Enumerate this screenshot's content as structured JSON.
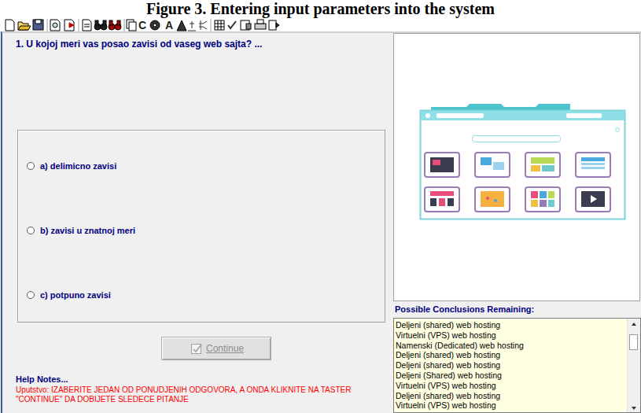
{
  "diagram": {
    "title": "Figure 3. Entering input parameters into the system",
    "nodes": [
      {
        "text": [
          "a) delimicno zavisi",
          "b) zavisi u znatnoj meri",
          "c) potpuno zavisi"
        ]
      },
      {
        "text": [
          "Continue"
        ]
      },
      {
        "text": [
          "Deljeni (shared) web hosting",
          "Virtuelni (VPS) web hosting",
          "Namenski (Dedicated) web hosting",
          "Deljeni (shared) web hosting",
          "Deljeni (shared) web hosting",
          "Deljeni (Shared) web hosting",
          "Virtuelni (VPS) web hosting",
          "Deljeni (shared) web hosting",
          "Virtuelni (VPS) web hosting"
        ]
      }
    ],
    "labels": [
      "C",
      "A",
      "1. U kojoj meri vas posao zavisi od vaseg web sajta? ...",
      "Possible Conclusions Remaining:",
      "Help Notes...",
      "Uputstvo: IZABERITE JEDAN OD PONUDJENIH ODGOVORA, A ONDA KLIKNITE NA TASTER \"CONTINUE\" DA DOBIJETE SLEDECE PITANJE"
    ]
  }
}
